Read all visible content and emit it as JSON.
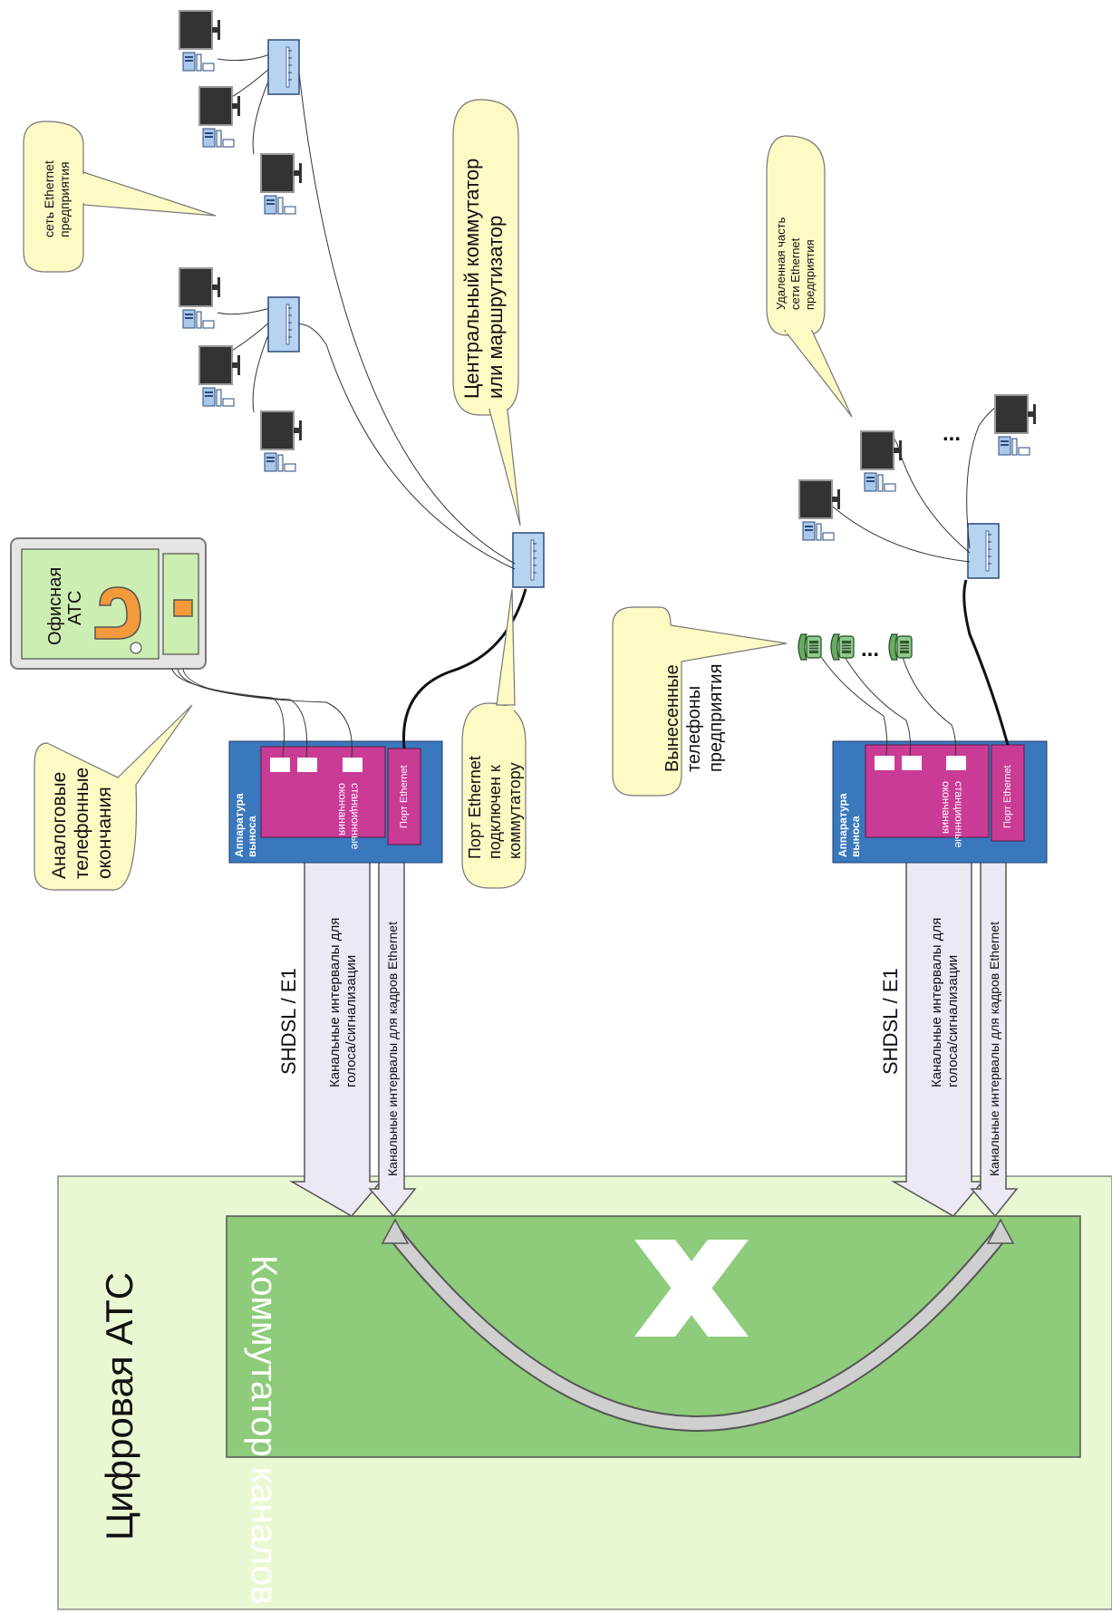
{
  "colors": {
    "digital_pbx_bg": "#e9f8d2",
    "switch_box": "#8ecb7a",
    "remote_unit": "#3a78bd",
    "station_block": "#c93b95",
    "callout": "#fdfac4",
    "band_arrow": "#ece8f4",
    "network_device": "#b6d4f2",
    "phone": "#8fc98c",
    "office_pbx": "#cdeeb3",
    "question_mark": "#f39a3a"
  },
  "labels": {
    "digital_pbx": "Цифровая АТС",
    "switch": "Коммутатор каналов",
    "shdsl_top": "SHDSL / E1",
    "shdsl_bottom": "SHDSL / E1",
    "voice_channels_top": "Канальные интервалы для голоса/сигнализации",
    "ethernet_channels_top": "Канальные интервалы для кадров Ethernet",
    "voice_channels_bottom": "Канальные интервалы для голоса/сигнализации",
    "ethernet_channels_bottom": "Канальные интервалы для кадров Ethernet",
    "remote_unit_top": "Аппаратура выноса",
    "remote_unit_bottom": "Аппаратура выноса",
    "station_ends_top": "станционные окончания",
    "station_ends_bottom": "станционные окончания",
    "ethernet_port_top": "Порт Ethernet",
    "ethernet_port_bottom": "Порт Ethernet",
    "office_pbx": "Офисная АТС",
    "callout_analog": "Аналоговые телефонные окончания",
    "callout_port": "Порт Ethernet подключен к коммутатору",
    "callout_central": "Центральный коммутатор или маршрутизатор",
    "callout_ethernet_net": "сеть Ethernet предприятия",
    "callout_remote_phones": "Вынесенные телефоны предприятия",
    "callout_remote_net": "Удаленная часть сети Ethernet предприятия",
    "ellipsis_phones": "...",
    "ellipsis_computers": "..."
  }
}
